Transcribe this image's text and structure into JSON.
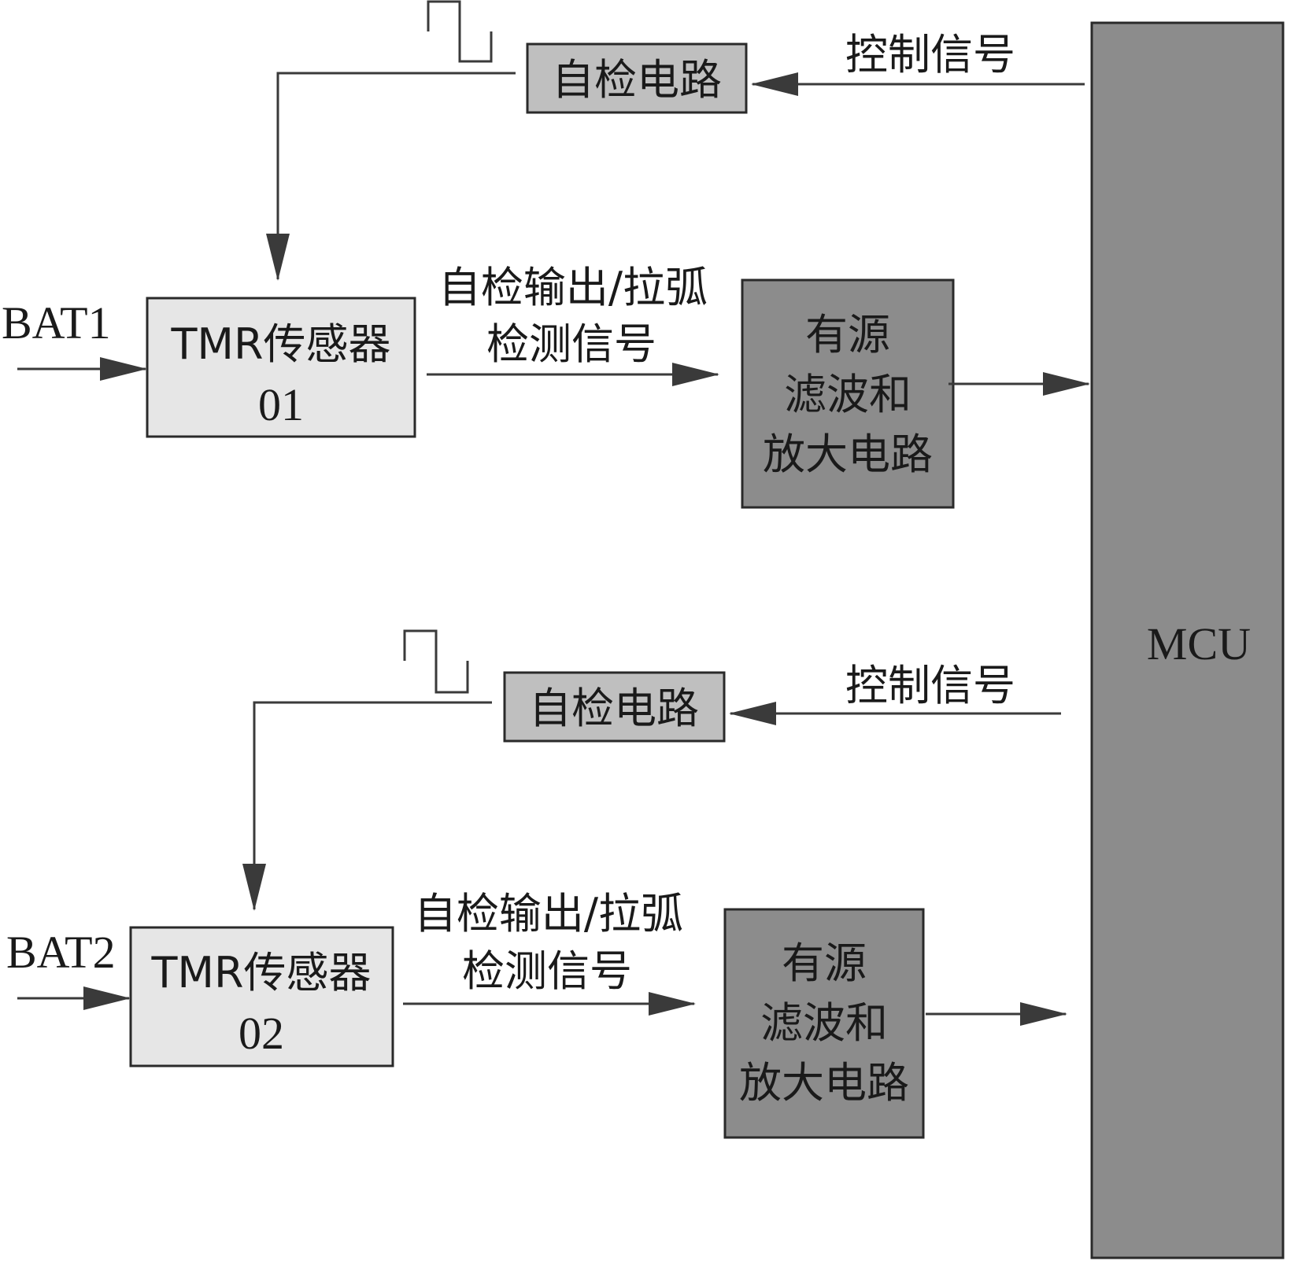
{
  "colors": {
    "sensor_box": "#e6e6e6",
    "selfcheck_box": "#bfbfbf",
    "filter_box": "#8c8c8c",
    "mcu_box": "#8c8c8c",
    "line": "#3a3a3a"
  },
  "mcu": {
    "label": "MCU"
  },
  "channels": [
    {
      "input_label": "BAT1",
      "sensor": {
        "line1": "TMR传感器",
        "line2": "01"
      },
      "selfcheck": {
        "label": "自检电路"
      },
      "control_label": "控制信号",
      "output_label": {
        "line1": "自检输出/拉弧",
        "line2": "检测信号"
      },
      "filter": {
        "line1": "有源",
        "line2": "滤波和",
        "line3": "放大电路"
      }
    },
    {
      "input_label": "BAT2",
      "sensor": {
        "line1": "TMR传感器",
        "line2": "02"
      },
      "selfcheck": {
        "label": "自检电路"
      },
      "control_label": "控制信号",
      "output_label": {
        "line1": "自检输出/拉弧",
        "line2": "检测信号"
      },
      "filter": {
        "line1": "有源",
        "line2": "滤波和",
        "line3": "放大电路"
      }
    }
  ]
}
